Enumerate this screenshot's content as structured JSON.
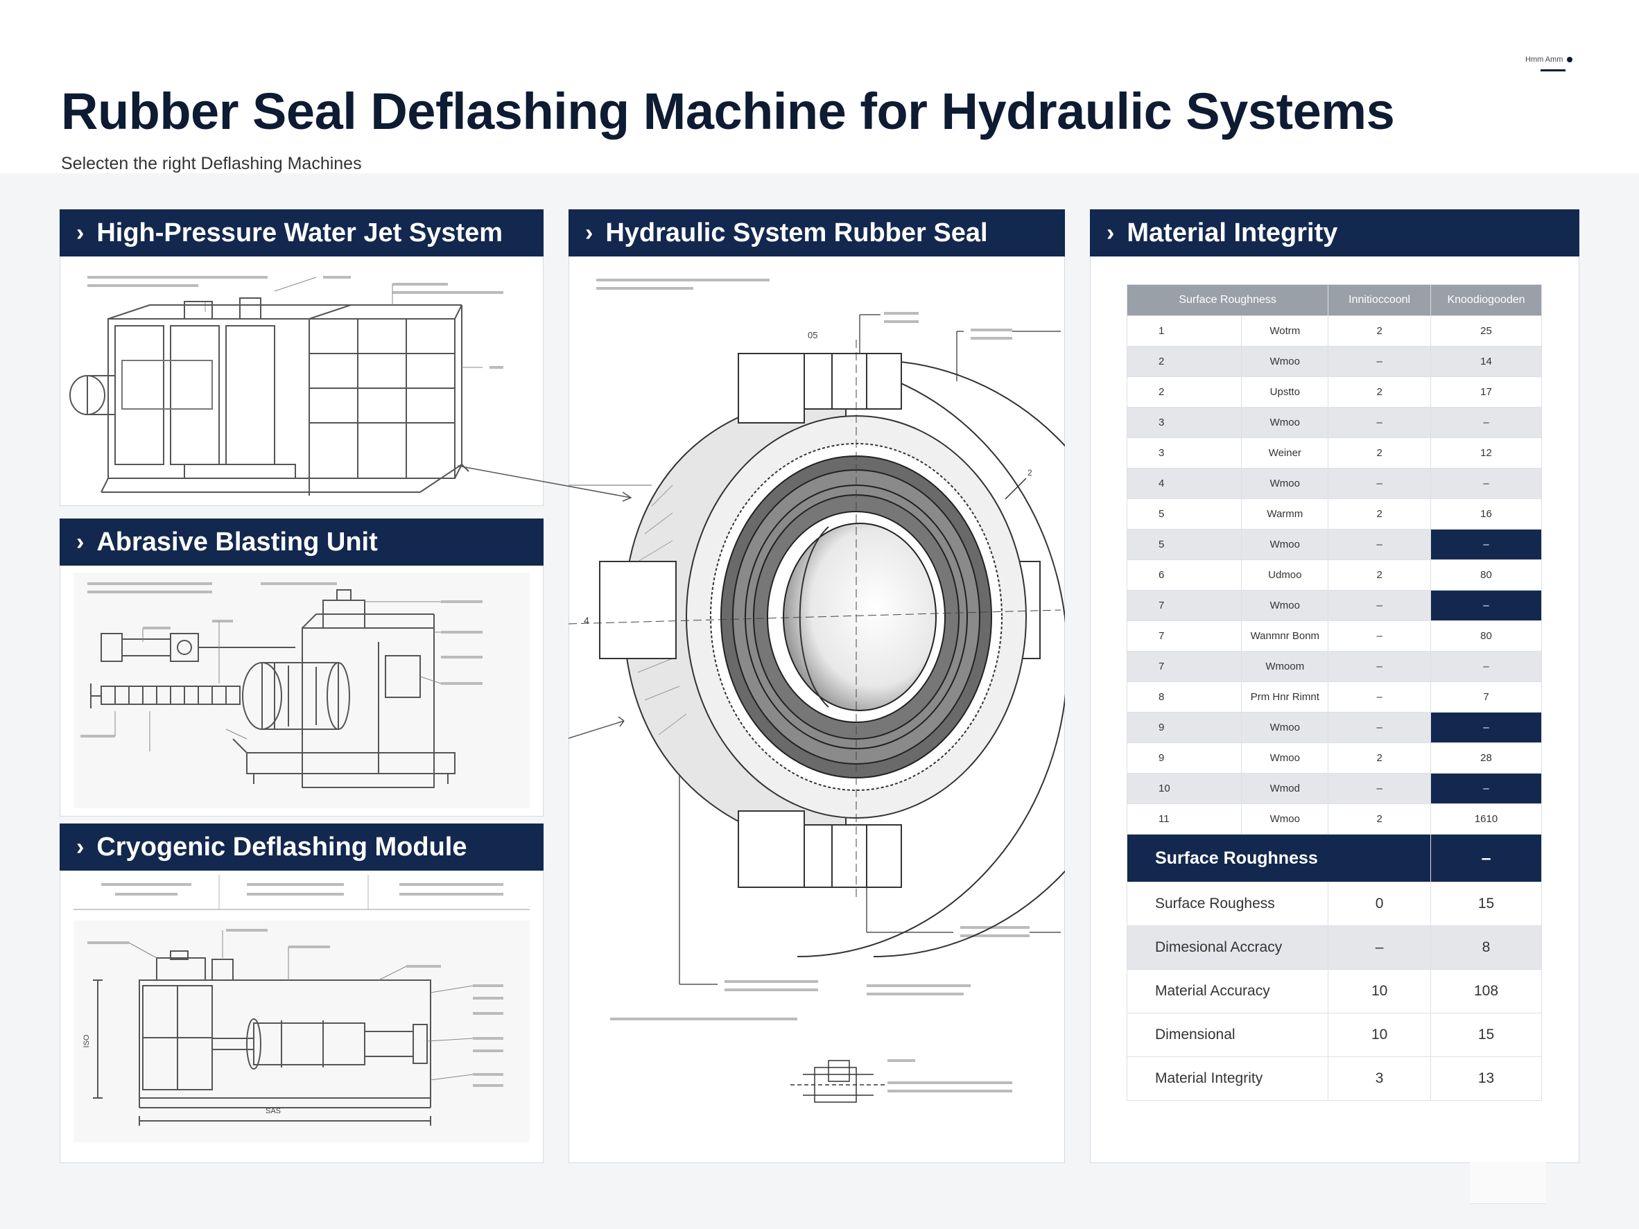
{
  "header": {
    "title": "Rubber Seal Deflashing Machine for Hydraulic Systems",
    "subtitle": "Selecten the right Deflashing Machines",
    "corner_label": "Hmm Amm"
  },
  "panels": {
    "water_jet": {
      "title": "High-Pressure Water Jet System",
      "chevron": "›"
    },
    "abrasive": {
      "title": "Abrasive Blasting Unit",
      "chevron": "›"
    },
    "cryogenic": {
      "title": "Cryogenic Deflashing Module",
      "chevron": "›"
    },
    "seal": {
      "title": "Hydraulic System Rubber Seal",
      "chevron": "›"
    },
    "material": {
      "title": "Material Integrity",
      "chevron": "›"
    }
  },
  "drawing_labels": {
    "seal_left": "4",
    "seal_top": "05",
    "seal_right": "2",
    "cryo_width": "SAS",
    "cryo_height": "ISO"
  },
  "table": {
    "headers": [
      "Surface Roughness",
      "Innitioccoonl",
      "Knoodiogooden"
    ],
    "rows": [
      {
        "n": "1",
        "label": "Wotrm",
        "a": "2",
        "b": "25",
        "shade": false,
        "dark": false
      },
      {
        "n": "2",
        "label": "Wmoo",
        "a": "–",
        "b": "14",
        "shade": true,
        "dark": false
      },
      {
        "n": "2",
        "label": "Upstto",
        "a": "2",
        "b": "17",
        "shade": false,
        "dark": false
      },
      {
        "n": "3",
        "label": "Wmoo",
        "a": "–",
        "b": "–",
        "shade": true,
        "dark": false
      },
      {
        "n": "3",
        "label": "Weiner",
        "a": "2",
        "b": "12",
        "shade": false,
        "dark": false
      },
      {
        "n": "4",
        "label": "Wmoo",
        "a": "–",
        "b": "–",
        "shade": true,
        "dark": false
      },
      {
        "n": "5",
        "label": "Warmm",
        "a": "2",
        "b": "16",
        "shade": false,
        "dark": false
      },
      {
        "n": "5",
        "label": "Wmoo",
        "a": "–",
        "b": "–",
        "shade": true,
        "dark": true
      },
      {
        "n": "6",
        "label": "Udmoo",
        "a": "2",
        "b": "80",
        "shade": false,
        "dark": false
      },
      {
        "n": "7",
        "label": "Wmoo",
        "a": "–",
        "b": "–",
        "shade": true,
        "dark": true
      },
      {
        "n": "7",
        "label": "Wanmnr Bonm",
        "a": "–",
        "b": "80",
        "shade": false,
        "dark": false
      },
      {
        "n": "7",
        "label": "Wmoom",
        "a": "–",
        "b": "–",
        "shade": true,
        "dark": false
      },
      {
        "n": "8",
        "label": "Prm Hnr Rimnt",
        "a": "–",
        "b": "7",
        "shade": false,
        "dark": false
      },
      {
        "n": "9",
        "label": "Wmoo",
        "a": "–",
        "b": "–",
        "shade": true,
        "dark": true
      },
      {
        "n": "9",
        "label": "Wmoo",
        "a": "2",
        "b": "28",
        "shade": false,
        "dark": false
      },
      {
        "n": "10",
        "label": "Wmod",
        "a": "–",
        "b": "–",
        "shade": true,
        "dark": true
      },
      {
        "n": "11",
        "label": "Wmoo",
        "a": "2",
        "b": "1610",
        "shade": false,
        "dark": false
      }
    ],
    "summary_head": {
      "label": "Surface Roughness",
      "b": "–"
    },
    "summary": [
      {
        "label": "Surface Roughess",
        "a": "0",
        "b": "15",
        "shade": false
      },
      {
        "label": "Dimesional Accracy",
        "a": "–",
        "b": "8",
        "shade": true
      },
      {
        "label": "Material Accuracy",
        "a": "10",
        "b": "108",
        "shade": false
      },
      {
        "label": "Dimensional",
        "a": "10",
        "b": "15",
        "shade": false
      },
      {
        "label": "Material Integrity",
        "a": "3",
        "b": "13",
        "shade": false
      }
    ]
  }
}
